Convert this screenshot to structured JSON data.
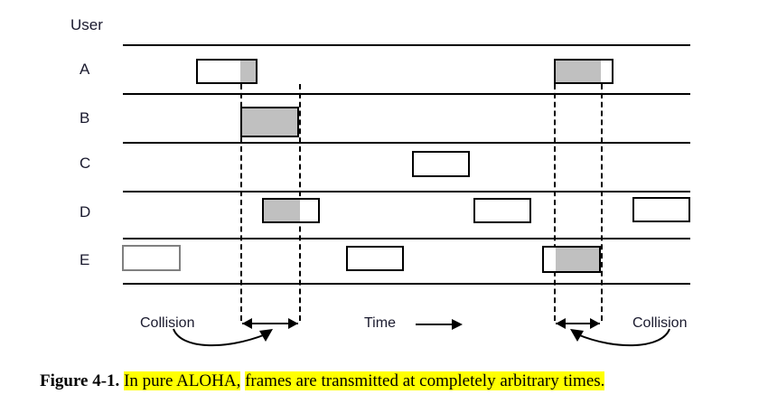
{
  "figure": {
    "axis_label": "User",
    "time_label": "Time",
    "collision_label_left": "Collision",
    "collision_label_right": "Collision",
    "rows": [
      {
        "label": "A"
      },
      {
        "label": "B"
      },
      {
        "label": "C"
      },
      {
        "label": "D"
      },
      {
        "label": "E"
      }
    ]
  },
  "caption": {
    "figure_number": "Figure 4-1.",
    "highlight_1": "In pure ALOHA,",
    "highlight_2": "frames are transmitted at completely arbitrary times.",
    "highlight_color": "#ffff00"
  },
  "colors": {
    "line": "#000000",
    "collision_fill": "#c0c0c0",
    "frame_fill": "#ffffff",
    "background": "#ffffff",
    "text": "#1a1a2e"
  },
  "chart_data": {
    "type": "timeline",
    "title": "In pure ALOHA, frames are transmitted at completely arbitrary times.",
    "xlabel": "Time",
    "ylabel": "User",
    "categories": [
      "A",
      "B",
      "C",
      "D",
      "E"
    ],
    "grid": false,
    "legend": "none",
    "collision_windows": [
      {
        "start": 266,
        "end": 331,
        "label": "Collision"
      },
      {
        "start": 613,
        "end": 665,
        "label": "Collision"
      }
    ],
    "series": [
      {
        "name": "A",
        "frames": [
          {
            "start": 217,
            "end": 285,
            "collision_start": 266,
            "collision_end": 285
          },
          {
            "start": 613,
            "end": 679,
            "collision_start": 613,
            "collision_end": 665
          }
        ]
      },
      {
        "name": "B",
        "frames": [
          {
            "start": 266,
            "end": 331,
            "collision_start": 266,
            "collision_end": 331
          }
        ]
      },
      {
        "name": "C",
        "frames": [
          {
            "start": 456,
            "end": 520,
            "collision_start": null,
            "collision_end": null
          }
        ]
      },
      {
        "name": "D",
        "frames": [
          {
            "start": 290,
            "end": 354,
            "collision_start": 290,
            "collision_end": 331
          },
          {
            "start": 524,
            "end": 588,
            "collision_start": null,
            "collision_end": null
          },
          {
            "start": 700,
            "end": 764,
            "collision_start": null,
            "collision_end": null
          }
        ]
      },
      {
        "name": "E",
        "frames": [
          {
            "start": 135,
            "end": 200,
            "collision_start": null,
            "collision_end": null
          },
          {
            "start": 383,
            "end": 447,
            "collision_start": null,
            "collision_end": null
          },
          {
            "start": 600,
            "end": 665,
            "collision_start": 613,
            "collision_end": 665
          }
        ]
      }
    ]
  }
}
